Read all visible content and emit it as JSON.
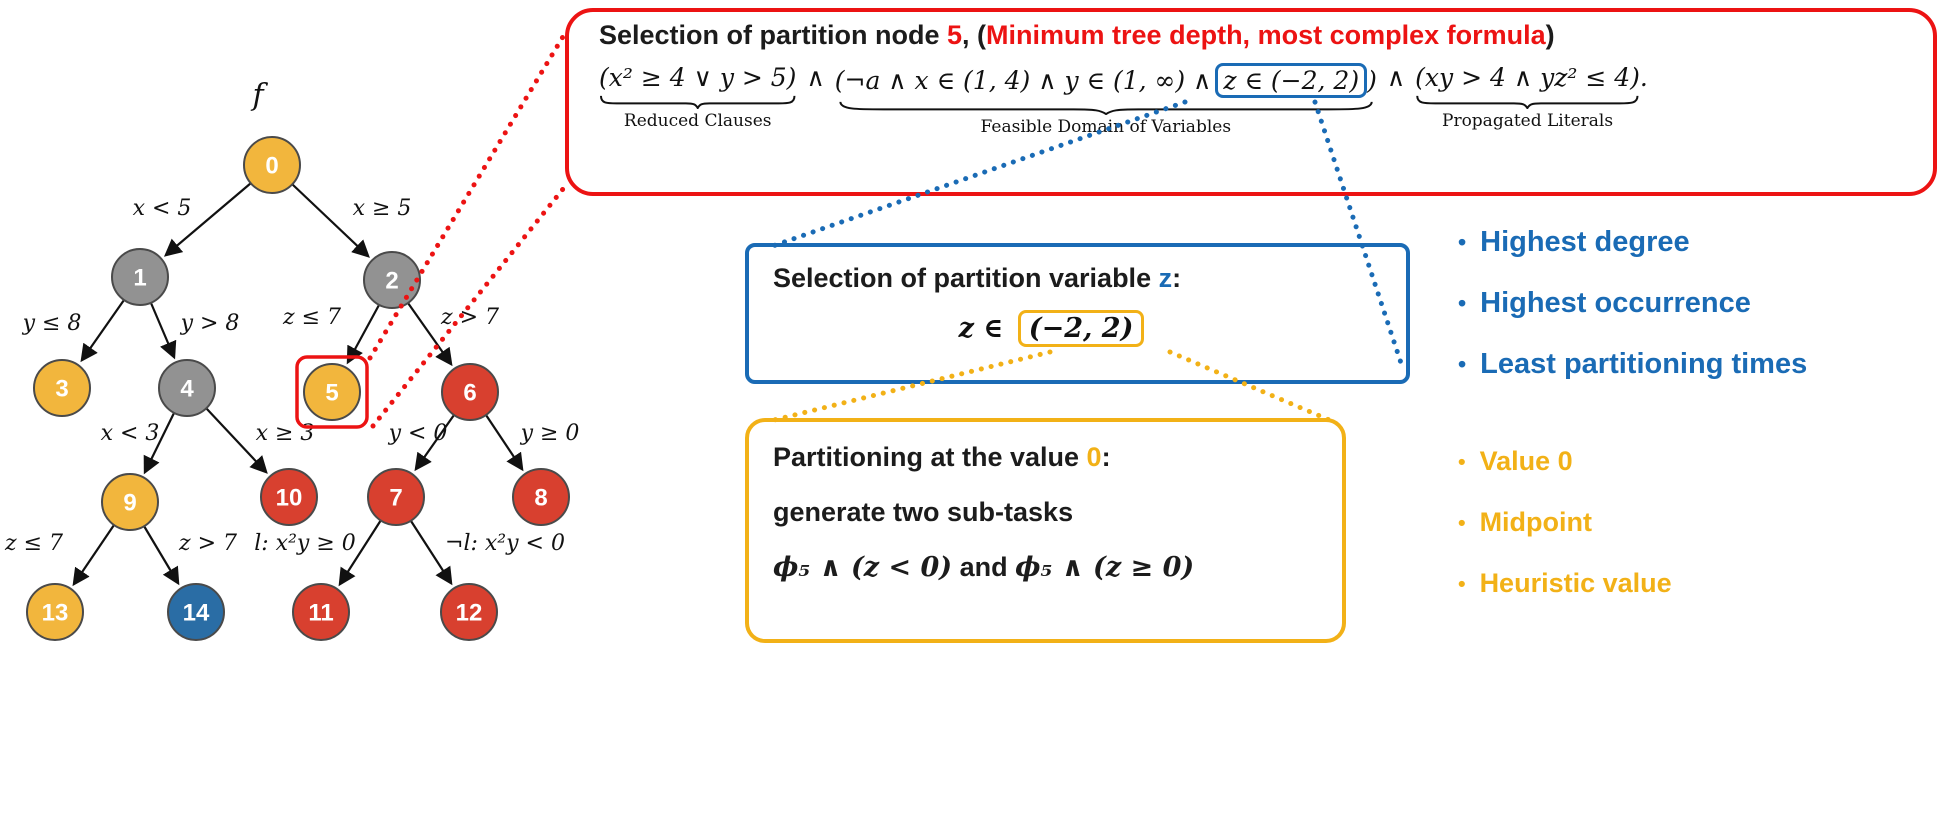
{
  "colors": {
    "accent_red": "#EC1313",
    "accent_blue": "#1A6BB5",
    "accent_yellow": "#F2B117",
    "node_yellow": "#F2B63D",
    "node_gray": "#929292",
    "node_red": "#D8402F",
    "node_blue": "#2A6DA5"
  },
  "tree": {
    "function_label": "f",
    "nodes": [
      "0",
      "1",
      "2",
      "3",
      "4",
      "5",
      "6",
      "7",
      "8",
      "9",
      "10",
      "11",
      "12",
      "13",
      "14"
    ],
    "edge_labels": [
      "x < 5",
      "x ≥ 5",
      "y ≤ 8",
      "y > 8",
      "z ≤ 7",
      "z > 7",
      "x < 3",
      "x ≥ 3",
      "y < 0",
      "y ≥ 0",
      "z ≤ 7",
      "z > 7",
      "l: x²y ≥ 0",
      "¬l: x²y < 0"
    ]
  },
  "red_panel": {
    "title": {
      "prefix": "Selection of partition node ",
      "node_id": "5",
      "mid": ", (",
      "highlight": "Minimum tree depth, most complex formula",
      "suffix": ")"
    },
    "formula": {
      "clause1": "(x² ≥ 4 ∨ y > 5)",
      "and1": "∧",
      "clause2_open": "(¬a ∧ x ∈ (1, 4) ∧ y ∈ (1, ∞) ∧",
      "z_literal": "z ∈ (−2, 2)",
      "clause2_close": ")",
      "and2": "∧",
      "clause3": "(xy > 4 ∧ yz² ≤ 4)",
      "period": ".",
      "brace1": "Reduced Clauses",
      "brace2": "Feasible Domain of Variables",
      "brace3": "Propagated Literals"
    }
  },
  "blue_panel": {
    "title_prefix": "Selection of partition variable ",
    "title_var": "z",
    "title_suffix": ":",
    "formula_prefix": "z ∈ ",
    "formula_boxed": "(−2, 2)"
  },
  "yellow_panel": {
    "line1_prefix": "Partitioning at the value ",
    "line1_value": "0",
    "line1_suffix": ":",
    "line2": "generate two sub-tasks",
    "line3_math1": "ϕ₅ ∧ (z < 0)",
    "line3_and": " and ",
    "line3_math2": "ϕ₅ ∧ (z ≥ 0)"
  },
  "blue_bullets": [
    "Highest degree",
    "Highest occurrence",
    "Least partitioning times"
  ],
  "yellow_bullets": [
    "Value 0",
    "Midpoint",
    "Heuristic value"
  ]
}
